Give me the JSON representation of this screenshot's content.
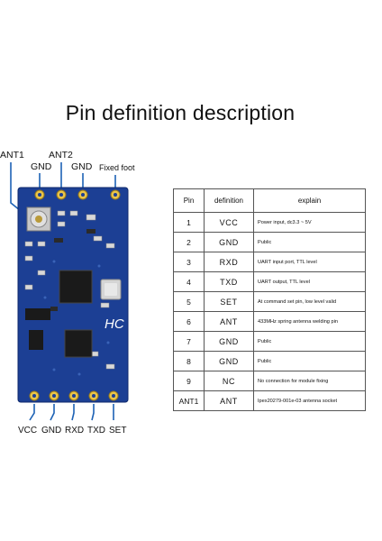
{
  "title": "Pin definition description",
  "module": {
    "top_labels": [
      "ANT1",
      "GND",
      "ANT2",
      "GND",
      "Fixed foot"
    ],
    "bottom_labels": [
      "VCC",
      "GND",
      "RXD",
      "TXD",
      "SET"
    ],
    "silkscreen": "HC",
    "board_color": "#1c3f94"
  },
  "table": {
    "headers": [
      "Pin",
      "definition",
      "explain"
    ],
    "rows": [
      {
        "pin": "1",
        "def": "VCC",
        "explain": "Power input, dc3.3 ~ 5V"
      },
      {
        "pin": "2",
        "def": "GND",
        "explain": "Public"
      },
      {
        "pin": "3",
        "def": "RXD",
        "explain": "UART input port, TTL level"
      },
      {
        "pin": "4",
        "def": "TXD",
        "explain": "UART output, TTL level"
      },
      {
        "pin": "5",
        "def": "SET",
        "explain": "At command set pin, low level valid"
      },
      {
        "pin": "6",
        "def": "ANT",
        "explain": "433MHz spring antenna welding pin"
      },
      {
        "pin": "7",
        "def": "GND",
        "explain": "Public"
      },
      {
        "pin": "8",
        "def": "GND",
        "explain": "Public"
      },
      {
        "pin": "9",
        "def": "NC",
        "explain": "No connection for module fixing"
      },
      {
        "pin": "ANT1",
        "def": "ANT",
        "explain": "Ipex20279-001e-03 antenna socket"
      }
    ]
  }
}
